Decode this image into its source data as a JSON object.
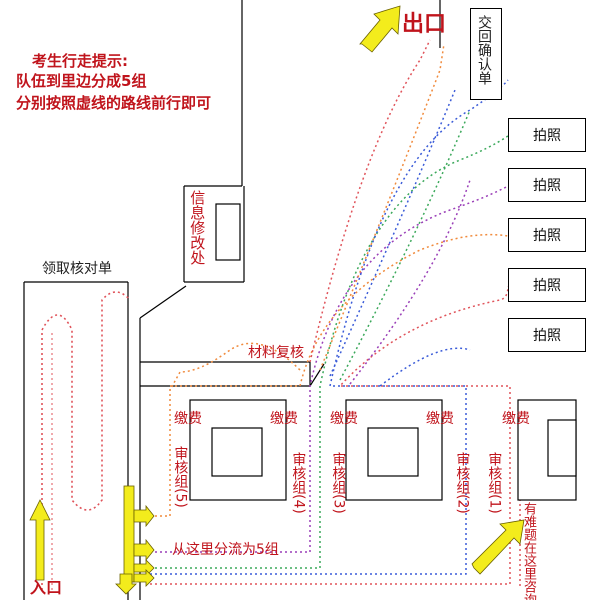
{
  "tip": {
    "title": "考生行走提示:",
    "line1": "队伍到里边分成5组",
    "line2": "分别按照虚线的路线前行即可"
  },
  "exit_label": "出口",
  "entrance_label": "入口",
  "return_confirm": "交回确认单",
  "info_office": "信息修改处",
  "get_form": "领取核对单",
  "material_review": "材料复核",
  "split_note": "从这里分流为5组",
  "help_note": "有难题在这里咨询",
  "photo_label": "拍照",
  "fee_label": "缴费",
  "group_prefix": "审核组",
  "groups": [
    "(5)",
    "(4)",
    "(3)",
    "(2)",
    "(1)"
  ],
  "colors": {
    "text_red": "#c0141c",
    "arrow_yellow": "#f3ec1c",
    "route_orange": "#f08a3c",
    "route_red": "#e0535a",
    "route_blue": "#3a5bd8",
    "route_green": "#3aa85a",
    "route_purple": "#9a3fb8"
  }
}
